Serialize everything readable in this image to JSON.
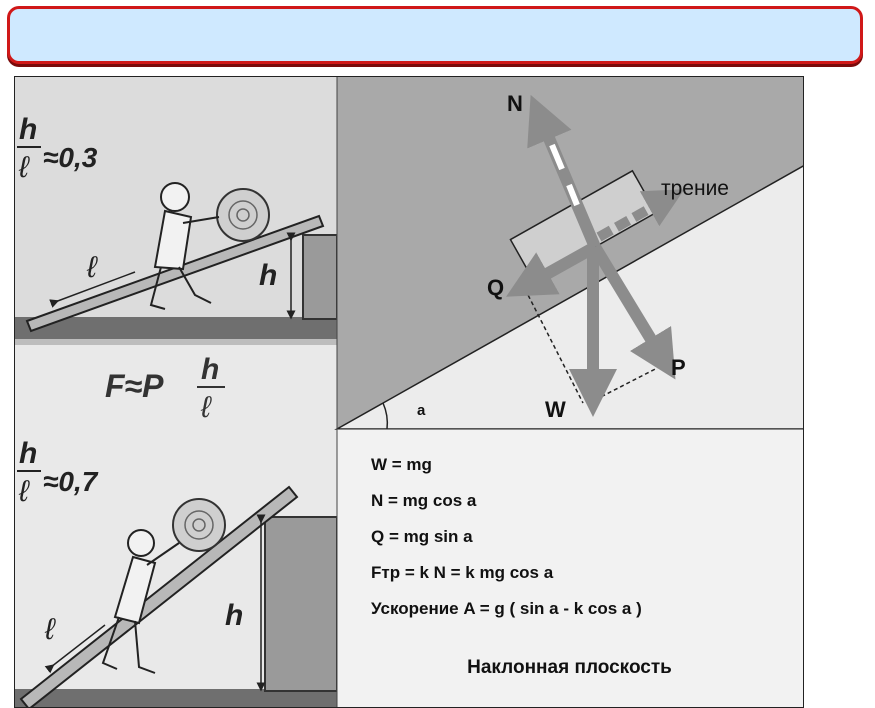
{
  "top_illustration": {
    "ratio_label": "≈0,3",
    "h": "h",
    "l": "ℓ"
  },
  "middle_formula": {
    "text": "F≈P",
    "frac_top": "h",
    "frac_bottom": "ℓ"
  },
  "bottom_illustration": {
    "ratio_label": "≈0,7",
    "h": "h",
    "l": "ℓ"
  },
  "diagram": {
    "label_N": "N",
    "label_friction": "трение",
    "label_Q": "Q",
    "label_P": "P",
    "label_W": "W",
    "label_angle": "a"
  },
  "formulas": [
    "W = mg",
    "N = mg cos a",
    "Q = mg sin a",
    "Fтр = k N = k mg cos a",
    "Ускорение A = g ( sin a - k cos a )"
  ],
  "caption": "Наклонная плоскость",
  "colors": {
    "title_bg": "#cfe9ff",
    "title_border": "#d01818",
    "arrow": "#8c8c8c"
  }
}
